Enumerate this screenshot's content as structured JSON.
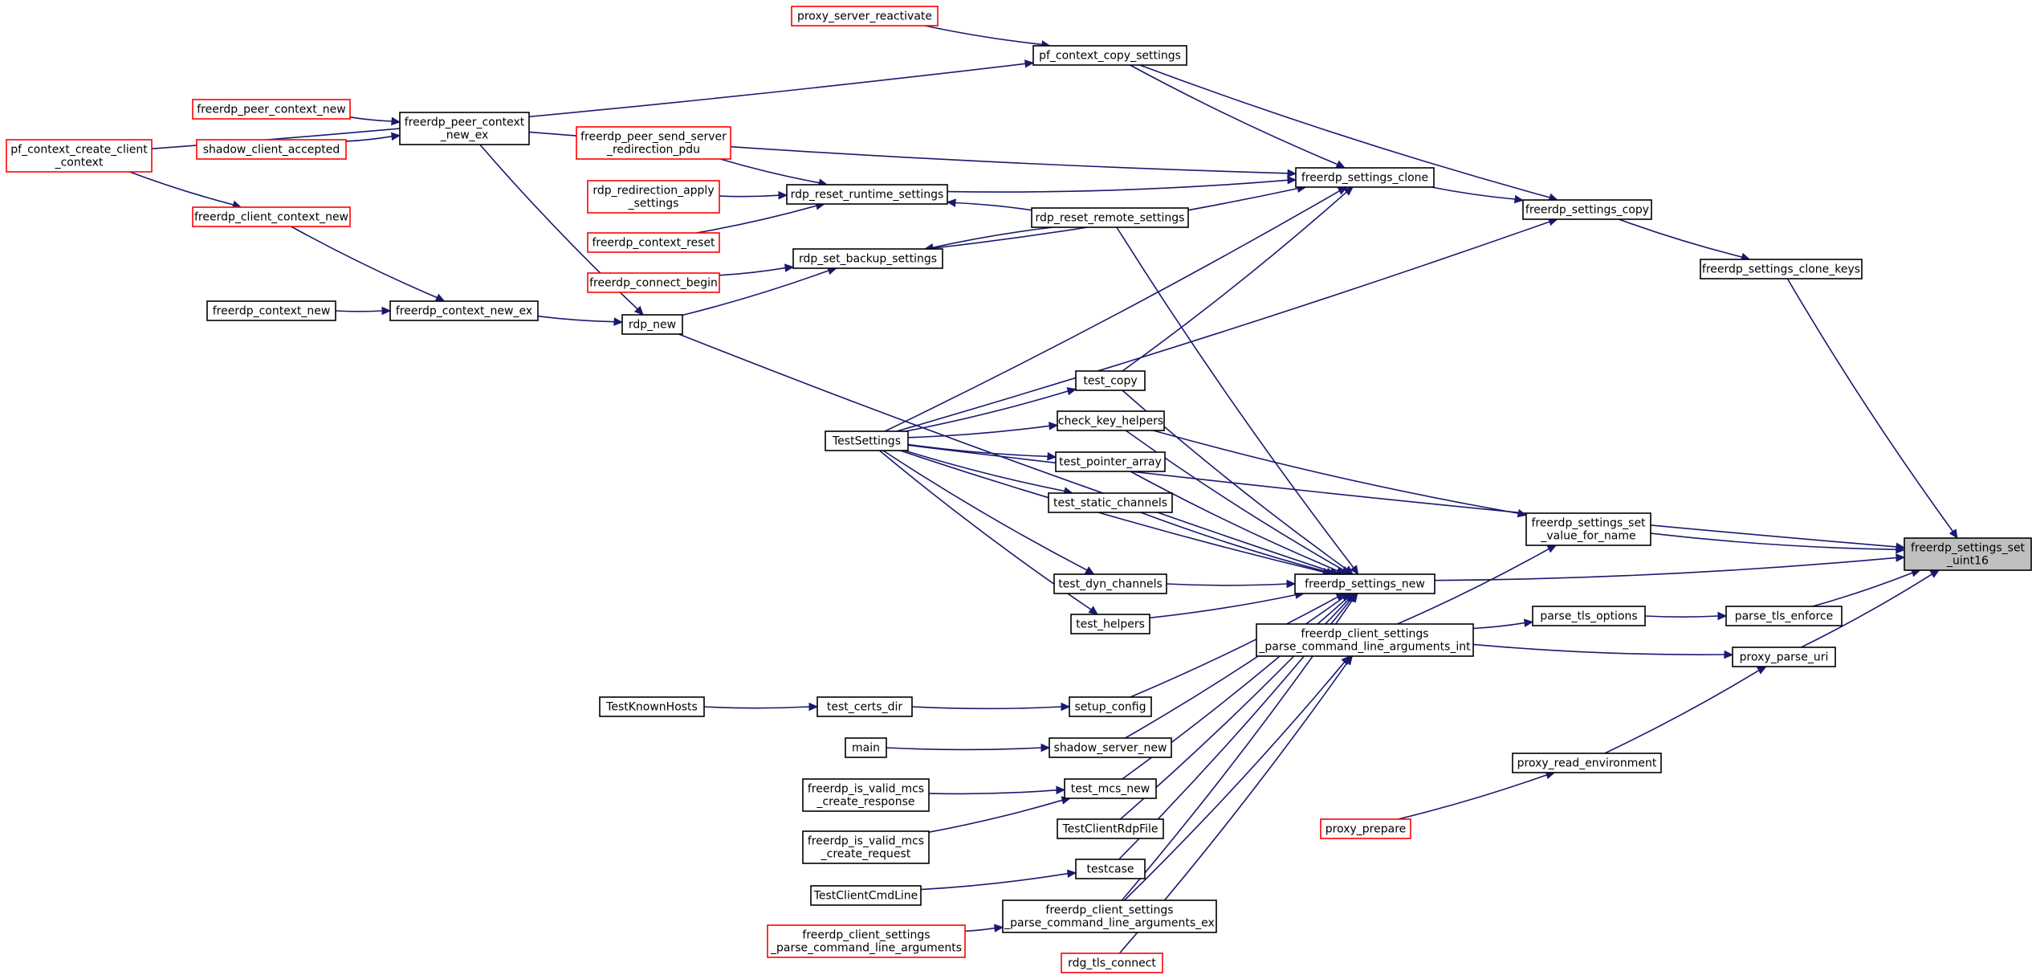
{
  "graph": {
    "colors": {
      "edge": "#191970",
      "node_border": "#000000",
      "truncated_border": "#ff0000",
      "selected_fill": "#bfbfbf"
    },
    "nodes": [
      {
        "id": "target",
        "lines": [
          "freerdp_settings_set",
          "_uint16"
        ],
        "style": "target"
      },
      {
        "id": "clone_keys",
        "lines": [
          "freerdp_settings_clone_keys"
        ],
        "style": "black"
      },
      {
        "id": "copy",
        "lines": [
          "freerdp_settings_copy"
        ],
        "style": "black"
      },
      {
        "id": "clone",
        "lines": [
          "freerdp_settings_clone"
        ],
        "style": "black"
      },
      {
        "id": "set_value",
        "lines": [
          "freerdp_settings_set",
          "_value_for_name"
        ],
        "style": "black"
      },
      {
        "id": "settings_new",
        "lines": [
          "freerdp_settings_new"
        ],
        "style": "black"
      },
      {
        "id": "parse_tls_enforce",
        "lines": [
          "parse_tls_enforce"
        ],
        "style": "black"
      },
      {
        "id": "parse_tls_options",
        "lines": [
          "parse_tls_options"
        ],
        "style": "black"
      },
      {
        "id": "proxy_parse_uri",
        "lines": [
          "proxy_parse_uri"
        ],
        "style": "black"
      },
      {
        "id": "proxy_read_env",
        "lines": [
          "proxy_read_environment"
        ],
        "style": "black"
      },
      {
        "id": "cmdline_int",
        "lines": [
          "freerdp_client_settings",
          "_parse_command_line_arguments_int"
        ],
        "style": "black"
      },
      {
        "id": "cmdline_ex",
        "lines": [
          "freerdp_client_settings",
          "_parse_command_line_arguments_ex"
        ],
        "style": "black"
      },
      {
        "id": "cmdline",
        "lines": [
          "freerdp_client_settings",
          "_parse_command_line_arguments"
        ],
        "style": "red"
      },
      {
        "id": "proxy_prepare",
        "lines": [
          "proxy_prepare"
        ],
        "style": "red"
      },
      {
        "id": "rdg_tls_connect",
        "lines": [
          "rdg_tls_connect"
        ],
        "style": "red"
      },
      {
        "id": "pf_copy",
        "lines": [
          "pf_context_copy_settings"
        ],
        "style": "black"
      },
      {
        "id": "proxy_reactivate",
        "lines": [
          "proxy_server_reactivate"
        ],
        "style": "red"
      },
      {
        "id": "pf_create",
        "lines": [
          "pf_context_create_client",
          "_context"
        ],
        "style": "red"
      },
      {
        "id": "rdp_reset_remote",
        "lines": [
          "rdp_reset_remote_settings"
        ],
        "style": "black"
      },
      {
        "id": "rdp_reset_runtime",
        "lines": [
          "rdp_reset_runtime_settings"
        ],
        "style": "black"
      },
      {
        "id": "rdp_set_backup",
        "lines": [
          "rdp_set_backup_settings"
        ],
        "style": "black"
      },
      {
        "id": "rdp_new",
        "lines": [
          "rdp_new"
        ],
        "style": "black"
      },
      {
        "id": "peer_ctx_new_ex",
        "lines": [
          "freerdp_peer_context",
          "_new_ex"
        ],
        "style": "black"
      },
      {
        "id": "peer_ctx_new",
        "lines": [
          "freerdp_peer_context_new"
        ],
        "style": "red"
      },
      {
        "id": "shadow_accepted",
        "lines": [
          "shadow_client_accepted"
        ],
        "style": "red"
      },
      {
        "id": "client_ctx_new",
        "lines": [
          "freerdp_client_context_new"
        ],
        "style": "red"
      },
      {
        "id": "ctx_new_ex",
        "lines": [
          "freerdp_context_new_ex"
        ],
        "style": "black"
      },
      {
        "id": "ctx_new",
        "lines": [
          "freerdp_context_new"
        ],
        "style": "black"
      },
      {
        "id": "peer_send_redir",
        "lines": [
          "freerdp_peer_send_server",
          "_redirection_pdu"
        ],
        "style": "red"
      },
      {
        "id": "rdp_redir_apply",
        "lines": [
          "rdp_redirection_apply",
          "_settings"
        ],
        "style": "red"
      },
      {
        "id": "ctx_reset",
        "lines": [
          "freerdp_context_reset"
        ],
        "style": "red"
      },
      {
        "id": "connect_begin",
        "lines": [
          "freerdp_connect_begin"
        ],
        "style": "red"
      },
      {
        "id": "test_settings",
        "lines": [
          "TestSettings"
        ],
        "style": "black"
      },
      {
        "id": "test_copy",
        "lines": [
          "test_copy"
        ],
        "style": "black"
      },
      {
        "id": "check_key",
        "lines": [
          "check_key_helpers"
        ],
        "style": "black"
      },
      {
        "id": "test_pointer",
        "lines": [
          "test_pointer_array"
        ],
        "style": "black"
      },
      {
        "id": "test_static",
        "lines": [
          "test_static_channels"
        ],
        "style": "black"
      },
      {
        "id": "test_dyn",
        "lines": [
          "test_dyn_channels"
        ],
        "style": "black"
      },
      {
        "id": "test_helpers",
        "lines": [
          "test_helpers"
        ],
        "style": "black"
      },
      {
        "id": "setup_config",
        "lines": [
          "setup_config"
        ],
        "style": "black"
      },
      {
        "id": "test_certs_dir",
        "lines": [
          "test_certs_dir"
        ],
        "style": "black"
      },
      {
        "id": "test_known_hosts",
        "lines": [
          "TestKnownHosts"
        ],
        "style": "black"
      },
      {
        "id": "shadow_server_new",
        "lines": [
          "shadow_server_new"
        ],
        "style": "black"
      },
      {
        "id": "main",
        "lines": [
          "main"
        ],
        "style": "black"
      },
      {
        "id": "test_mcs_new",
        "lines": [
          "test_mcs_new"
        ],
        "style": "black"
      },
      {
        "id": "mcs_resp",
        "lines": [
          "freerdp_is_valid_mcs",
          "_create_response"
        ],
        "style": "black"
      },
      {
        "id": "mcs_req",
        "lines": [
          "freerdp_is_valid_mcs",
          "_create_request"
        ],
        "style": "black"
      },
      {
        "id": "test_rdpfile",
        "lines": [
          "TestClientRdpFile"
        ],
        "style": "black"
      },
      {
        "id": "testcase",
        "lines": [
          "testcase"
        ],
        "style": "black"
      },
      {
        "id": "test_cmdline",
        "lines": [
          "TestClientCmdLine"
        ],
        "style": "black"
      }
    ],
    "edges": [
      [
        "clone_keys",
        "target"
      ],
      [
        "copy",
        "clone_keys"
      ],
      [
        "clone",
        "copy"
      ],
      [
        "pf_copy",
        "copy"
      ],
      [
        "test_settings",
        "copy"
      ],
      [
        "pf_copy",
        "clone"
      ],
      [
        "peer_ctx_new_ex",
        "clone"
      ],
      [
        "rdp_reset_runtime",
        "clone"
      ],
      [
        "rdp_set_backup",
        "clone"
      ],
      [
        "test_settings",
        "clone"
      ],
      [
        "test_copy",
        "clone"
      ],
      [
        "proxy_reactivate",
        "pf_copy"
      ],
      [
        "pf_create",
        "pf_copy"
      ],
      [
        "rdp_reset_remote",
        "rdp_reset_runtime"
      ],
      [
        "rdp_reset_remote",
        "rdp_set_backup"
      ],
      [
        "peer_send_redir",
        "rdp_reset_runtime"
      ],
      [
        "rdp_redir_apply",
        "rdp_reset_runtime"
      ],
      [
        "ctx_reset",
        "rdp_reset_runtime"
      ],
      [
        "connect_begin",
        "rdp_set_backup"
      ],
      [
        "rdp_new",
        "rdp_set_backup"
      ],
      [
        "peer_ctx_new_ex",
        "rdp_new"
      ],
      [
        "ctx_new_ex",
        "rdp_new"
      ],
      [
        "peer_ctx_new",
        "peer_ctx_new_ex"
      ],
      [
        "shadow_accepted",
        "peer_ctx_new_ex"
      ],
      [
        "client_ctx_new",
        "ctx_new_ex"
      ],
      [
        "ctx_new",
        "ctx_new_ex"
      ],
      [
        "pf_create",
        "client_ctx_new"
      ],
      [
        "test_settings",
        "target"
      ],
      [
        "set_value",
        "target"
      ],
      [
        "settings_new",
        "target"
      ],
      [
        "parse_tls_enforce",
        "target"
      ],
      [
        "proxy_parse_uri",
        "target"
      ],
      [
        "check_key",
        "set_value"
      ],
      [
        "cmdline_int",
        "set_value"
      ],
      [
        "parse_tls_options",
        "parse_tls_enforce"
      ],
      [
        "cmdline_int",
        "parse_tls_options"
      ],
      [
        "cmdline_int",
        "proxy_parse_uri"
      ],
      [
        "proxy_read_env",
        "proxy_parse_uri"
      ],
      [
        "proxy_prepare",
        "proxy_read_env"
      ],
      [
        "rdg_tls_connect",
        "cmdline_int"
      ],
      [
        "cmdline_ex",
        "cmdline_int"
      ],
      [
        "cmdline",
        "cmdline_ex"
      ],
      [
        "rdp_reset_remote",
        "settings_new"
      ],
      [
        "rdp_new",
        "settings_new"
      ],
      [
        "test_settings",
        "settings_new"
      ],
      [
        "test_copy",
        "settings_new"
      ],
      [
        "check_key",
        "settings_new"
      ],
      [
        "test_pointer",
        "settings_new"
      ],
      [
        "test_static",
        "settings_new"
      ],
      [
        "test_dyn",
        "settings_new"
      ],
      [
        "test_helpers",
        "settings_new"
      ],
      [
        "setup_config",
        "settings_new"
      ],
      [
        "shadow_server_new",
        "settings_new"
      ],
      [
        "test_mcs_new",
        "settings_new"
      ],
      [
        "test_rdpfile",
        "settings_new"
      ],
      [
        "testcase",
        "settings_new"
      ],
      [
        "cmdline_ex",
        "settings_new"
      ],
      [
        "test_settings",
        "test_copy"
      ],
      [
        "test_settings",
        "check_key"
      ],
      [
        "test_settings",
        "test_pointer"
      ],
      [
        "test_settings",
        "test_static"
      ],
      [
        "test_settings",
        "test_dyn"
      ],
      [
        "test_settings",
        "test_helpers"
      ],
      [
        "test_certs_dir",
        "setup_config"
      ],
      [
        "test_known_hosts",
        "test_certs_dir"
      ],
      [
        "main",
        "shadow_server_new"
      ],
      [
        "mcs_resp",
        "test_mcs_new"
      ],
      [
        "mcs_req",
        "test_mcs_new"
      ],
      [
        "test_cmdline",
        "testcase"
      ]
    ]
  }
}
